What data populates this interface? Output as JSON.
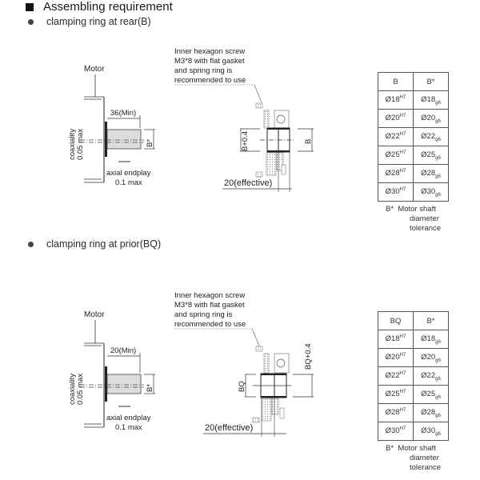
{
  "heading": "Assembling requirement",
  "sections": [
    {
      "title": "clamping ring at rear(B)",
      "motor_label": "Motor",
      "min_length": "36(Min)",
      "shaft_label": "B*",
      "coaxiality": [
        "coaxiality",
        "0.05 max"
      ],
      "axial": [
        "axial endplay",
        "0.1 max"
      ],
      "screw_note": [
        "Inner hexagon screw",
        "M3*8 with flat gasket",
        "and spring ring is",
        "recommended to use"
      ],
      "bore_plus": "B+0.4",
      "bore": "B",
      "effective": "20(effective)",
      "table": {
        "headers": [
          "B",
          "B*"
        ],
        "rows": [
          {
            "bore": "Ø18",
            "bore_tol": "H7",
            "shaft": "Ø18",
            "shaft_tol": "g6"
          },
          {
            "bore": "Ø20",
            "bore_tol": "H7",
            "shaft": "Ø20",
            "shaft_tol": "g6"
          },
          {
            "bore": "Ø22",
            "bore_tol": "H7",
            "shaft": "Ø22",
            "shaft_tol": "g6"
          },
          {
            "bore": "Ø25",
            "bore_tol": "H7",
            "shaft": "Ø25",
            "shaft_tol": "g6"
          },
          {
            "bore": "Ø28",
            "bore_tol": "H7",
            "shaft": "Ø28",
            "shaft_tol": "g6"
          },
          {
            "bore": "Ø30",
            "bore_tol": "H7",
            "shaft": "Ø30",
            "shaft_tol": "g6"
          }
        ]
      },
      "footnote": [
        "B*",
        "Motor shaft",
        "diameter",
        "tolerance"
      ]
    },
    {
      "title": "clamping ring at prior(BQ)",
      "motor_label": "Motor",
      "min_length": "20(Min)",
      "shaft_label": "B*",
      "coaxiality": [
        "coaxiality",
        "0.05 max"
      ],
      "axial": [
        "axial endplay",
        "0.1 max"
      ],
      "screw_note": [
        "Inner hexagon screw",
        "M3*8 with flat gasket",
        "and spring ring is",
        "recommended to use"
      ],
      "bore_plus": "BQ+0.4",
      "bore": "BQ",
      "effective": "20(effective)",
      "table": {
        "headers": [
          "BQ",
          "B*"
        ],
        "rows": [
          {
            "bore": "Ø18",
            "bore_tol": "H7",
            "shaft": "Ø18",
            "shaft_tol": "g6"
          },
          {
            "bore": "Ø20",
            "bore_tol": "H7",
            "shaft": "Ø20",
            "shaft_tol": "g6"
          },
          {
            "bore": "Ø22",
            "bore_tol": "H7",
            "shaft": "Ø22",
            "shaft_tol": "g6"
          },
          {
            "bore": "Ø25",
            "bore_tol": "H7",
            "shaft": "Ø25",
            "shaft_tol": "g6"
          },
          {
            "bore": "Ø28",
            "bore_tol": "H7",
            "shaft": "Ø28",
            "shaft_tol": "g6"
          },
          {
            "bore": "Ø30",
            "bore_tol": "H7",
            "shaft": "Ø30",
            "shaft_tol": "g6"
          }
        ]
      },
      "footnote": [
        "B*",
        "Motor shaft",
        "diameter",
        "tolerance"
      ]
    }
  ]
}
